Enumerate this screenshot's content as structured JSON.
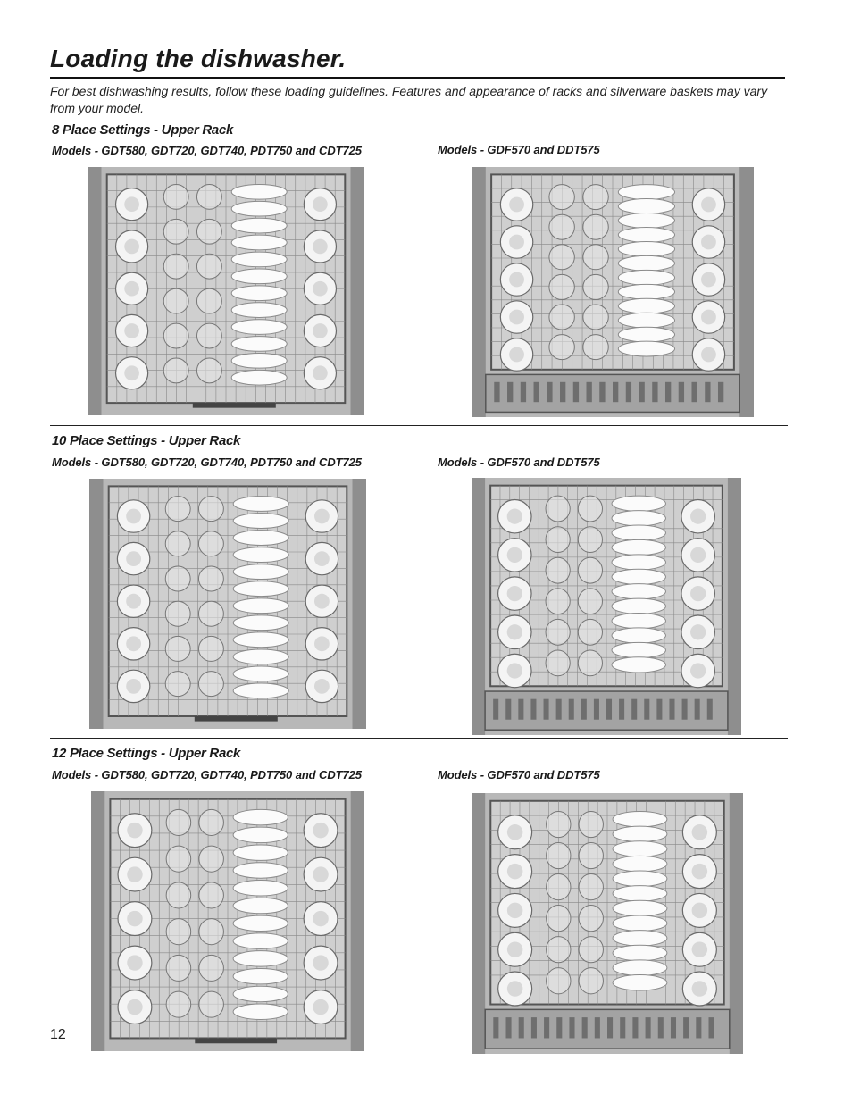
{
  "page": {
    "title": "Loading the dishwasher.",
    "intro": "For best dishwashing results, follow these loading guidelines. Features and appearance of racks and silverware baskets may vary from your model.",
    "page_number": "12"
  },
  "sections": [
    {
      "heading": "8 Place Settings - Upper Rack",
      "left_caption": "Models - GDT580, GDT720, GDT740, PDT750 and CDT725",
      "right_caption": "Models - GDF570 and DDT575"
    },
    {
      "heading": "10 Place Settings - Upper Rack",
      "left_caption": "Models - GDT580, GDT720, GDT740, PDT750 and CDT725",
      "right_caption": "Models - GDF570 and DDT575"
    },
    {
      "heading": "12 Place Settings - Upper Rack",
      "left_caption": "Models - GDT580, GDT720, GDT740, PDT750 and CDT725",
      "right_caption": "Models - GDF570 and DDT575"
    }
  ]
}
